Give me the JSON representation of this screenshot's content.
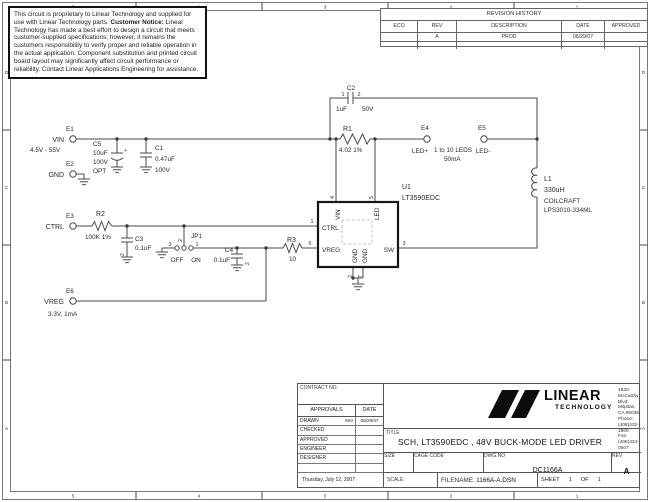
{
  "colors": {
    "wire": "#4a4a4a",
    "ic_border": "#161616",
    "frame": "#777777",
    "accent_black": "#111111"
  },
  "disclaimer": {
    "part1": "This circuit is proprietary to Linear Technology and supplied for use with Linear Technology parts. ",
    "notice_label": "Customer Notice:",
    "part2": " Linear Technology has made a best effort to design a circuit that meets customer-supplied specifications; however, it remains the customers responsibility to verify proper and reliable operation in the actual application. Component substitution and printed circuit board layout may significantly affect circuit performance or reliability. Contact Linear Applications Engineering for assistance."
  },
  "revision_history": {
    "title": "REVISION HISTORY",
    "headers": {
      "eco": "ECO",
      "rev": "REV",
      "description": "DESCRIPTION",
      "date": "DATE",
      "approved": "APPROVED"
    },
    "rows": [
      {
        "eco": "",
        "rev": "A",
        "description": "PROD",
        "date": "06/29/07",
        "approved": ""
      },
      {
        "eco": "",
        "rev": "",
        "description": "",
        "date": "",
        "approved": ""
      }
    ]
  },
  "frame": {
    "cols": [
      "5",
      "4",
      "3",
      "2",
      "1"
    ],
    "rows": [
      "D",
      "C",
      "B",
      "A"
    ]
  },
  "sch": {
    "e1": "E1",
    "e1_name": "VIN",
    "e1_spec": "4.5V - 55V",
    "e2": "E2",
    "e2_name": "GND",
    "e3": "E3",
    "e3_name": "CTRL",
    "e4": "E4",
    "e4_name": "LED+",
    "e5": "E5",
    "e5_name": "LED-",
    "e6": "E6",
    "e6_name": "VREG",
    "e6_spec": "3.3V, 1mA",
    "led_note1": "1 to 10 LEDS",
    "led_note2": "50mA",
    "c5": "C5",
    "c5_v1": "10uF",
    "c5_v2": "100V",
    "c5_v3": "OPT",
    "c5_plus": "+",
    "c1": "C1",
    "c1_v1": "0.47uF",
    "c1_v2": "100V",
    "c2": "C2",
    "c2_v1": "1uF",
    "c2_v2": "50V",
    "c2_p1": "1",
    "c2_p2": "2",
    "c3": "C3",
    "c3_v1": "0.1uF",
    "c3_p2": "2",
    "c4": "C4",
    "c4_v1": "0.1uF",
    "c4_p2": "2",
    "r1": "R1",
    "r1_v": "4.02  1%",
    "r2": "R2",
    "r2_v": "100K 1%",
    "r3": "R3",
    "r3_v": "10",
    "l1": "L1",
    "l1_v": "330uH",
    "l1_mfr": "COILCRAFT",
    "l1_pn": "LPS3010-334ML",
    "u1": "U1",
    "u1_pn": "LT3590EDC",
    "jp1": "JP1",
    "jp1_on": "ON",
    "jp1_off": "OFF",
    "jp1_p1": "1",
    "jp1_p2": "2",
    "jp1_p3": "3",
    "pin_vin": "VIN",
    "pin_led": "LED",
    "pin_ctrl": "CTRL",
    "pin_vreg": "VREG",
    "pin_sw": "SW",
    "pin_gnd_a": "GND",
    "pin_gnd_b": "GND",
    "pn1": "1",
    "pn2": "2",
    "pn3": "3",
    "pn4": "4",
    "pn5": "5",
    "pn6": "6",
    "pn7": "7"
  },
  "title_block": {
    "contract_label": "CONTRACT NO.",
    "approvals_label": "APPROVALS",
    "date_label": "DATE",
    "drawn_label": "DRAWN",
    "drawn_by": "MSI",
    "drawn_date": "06/29/07",
    "checked_label": "CHECKED",
    "approved_label": "APPROVED",
    "engineer_label": "ENGINEER",
    "designer_label": "DESIGNER",
    "print_date": "Thursday, July 12, 2007",
    "company_line1": "LINEAR",
    "company_line2": "TECHNOLOGY",
    "addr1": "1630 McCarthy Blvd.",
    "addr2": "Milpitas, CA 95035",
    "addr3": "Phone: (408)432-1900",
    "addr4": "Fax: (408)434-0507",
    "title_label": "TITLE",
    "title": "SCH, LT3590EDC , 48V BUCK-MODE LED DRIVER",
    "size_label": "SIZE",
    "cage_label": "CAGE CODE",
    "dwg_label": "DWG.NO",
    "dwg_no": "DC1166A",
    "rev_label": "REV",
    "rev": "A",
    "scale_label": "SCALE:",
    "filename_label": "FILENAME:",
    "filename": "1166A-A.DSN",
    "sheet_label": "SHEET",
    "sheet_no": "1",
    "of_label": "OF",
    "sheet_total": "1"
  }
}
